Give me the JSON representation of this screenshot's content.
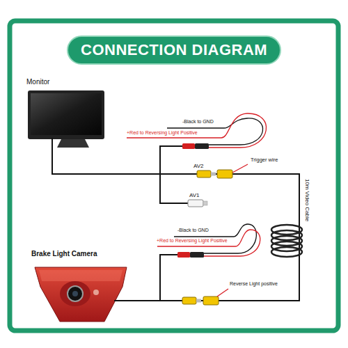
{
  "diagram": {
    "title": "CONNECTION DIAGRAM",
    "nodes": [
      {
        "text": [
          "Monitor"
        ]
      },
      {
        "text": [
          "Brake Light Camera"
        ]
      }
    ],
    "edges": [
      {
        "from": 0,
        "to": 1,
        "label": "10m Video Cable",
        "arrow": "none"
      }
    ],
    "labels": [
      "-Black to GND",
      "+Red to Reversing Light Positive",
      "AV2",
      "Trigger wire",
      "AV1",
      "-Black to GND",
      "+Red to Reversing Light Positive",
      "Reverse Light positive"
    ]
  }
}
